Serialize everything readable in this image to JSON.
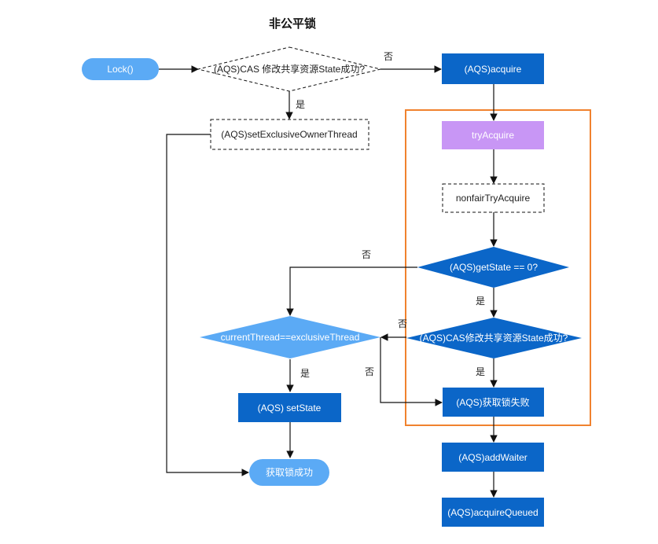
{
  "title": "非公平锁",
  "nodes": {
    "lock": "Lock()",
    "cas_check": "(AQS)CAS 修改共享资源State成功?",
    "set_owner": "(AQS)setExclusiveOwnerThread",
    "acquire": "(AQS)acquire",
    "try_acquire": "tryAcquire",
    "nonfair_try_acquire": "nonfairTryAcquire",
    "get_state_check": "(AQS)getState == 0?",
    "cas_check_2": "(AQS)CAS修改共享资源State成功?",
    "current_thread_check": "currentThread==exclusiveThread",
    "set_state": "(AQS) setState",
    "acquire_fail": "(AQS)获取锁失败",
    "add_waiter": "(AQS)addWaiter",
    "acquire_queued": "(AQS)acquireQueued",
    "acquire_success": "获取锁成功"
  },
  "edge_labels": {
    "cas_no": "否",
    "cas_yes": "是",
    "getstate_no": "否",
    "getstate_yes": "是",
    "cas2_no": "否",
    "cas2_yes": "是",
    "current_yes": "是",
    "current_no": "否"
  },
  "colors": {
    "blue_dark": "#0B66C8",
    "blue_light": "#5BAAF5",
    "purple": "#C896F5",
    "orange": "#F0822E",
    "white": "#FFFFFF",
    "line": "#111111"
  }
}
